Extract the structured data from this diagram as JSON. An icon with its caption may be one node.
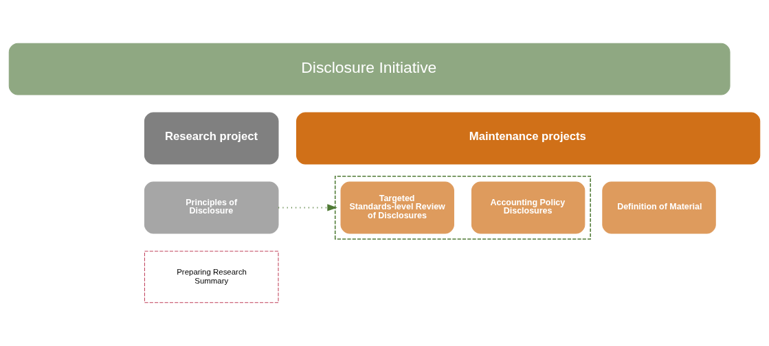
{
  "diagram": {
    "nodes": [
      {
        "text": [
          "Disclosure Initiative"
        ]
      },
      {
        "text": [
          "Research project"
        ]
      },
      {
        "text": [
          "Maintenance projects"
        ]
      },
      {
        "text": [
          "Principles of Disclosure"
        ]
      },
      {
        "text": [],
        "shape": "box"
      },
      {
        "text": [
          "Targeted Standards-level Review of Disclosures"
        ],
        "in": 4
      },
      {
        "text": [
          "Accounting Policy Disclosures"
        ],
        "in": 4
      },
      {
        "text": [
          "Definition of Material"
        ]
      },
      {
        "text": [
          "Preparing Research Summary"
        ]
      }
    ],
    "edges": [
      {
        "from": 3,
        "to": 4,
        "arrow": "to",
        "style": "dashed",
        "color": "#4f7a35"
      }
    ]
  }
}
